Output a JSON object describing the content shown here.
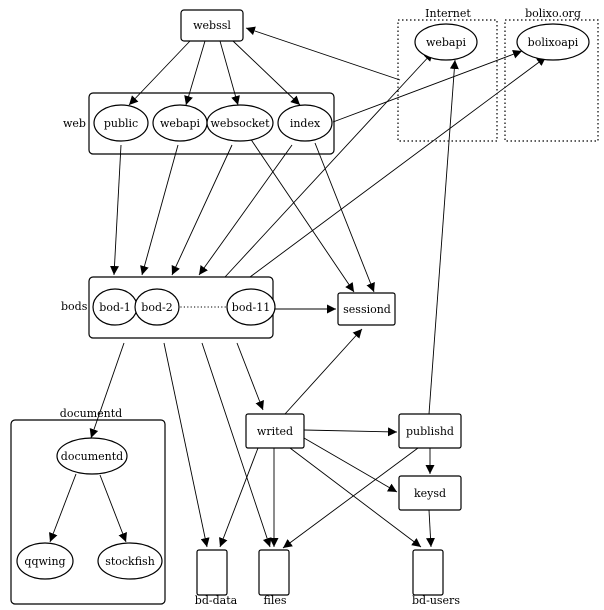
{
  "groups": {
    "web": "web",
    "bods": "bods",
    "documentd": "documentd",
    "internet": "Internet",
    "bolixo_org": "bolixo.org"
  },
  "nodes": {
    "webssl": "webssl",
    "public": "public",
    "webapi_web": "webapi",
    "websocket": "websocket",
    "index": "index",
    "webapi_internet": "webapi",
    "bolixoapi": "bolixoapi",
    "bod1": "bod-1",
    "bod2": "bod-2",
    "bod11": "bod-11",
    "sessiond": "sessiond",
    "writed": "writed",
    "publishd": "publishd",
    "keysd": "keysd",
    "documentd_node": "documentd",
    "qqwing": "qqwing",
    "stockfish": "stockfish",
    "bd_data": "bd-data",
    "files": "files",
    "bd_users": "bd-users"
  }
}
